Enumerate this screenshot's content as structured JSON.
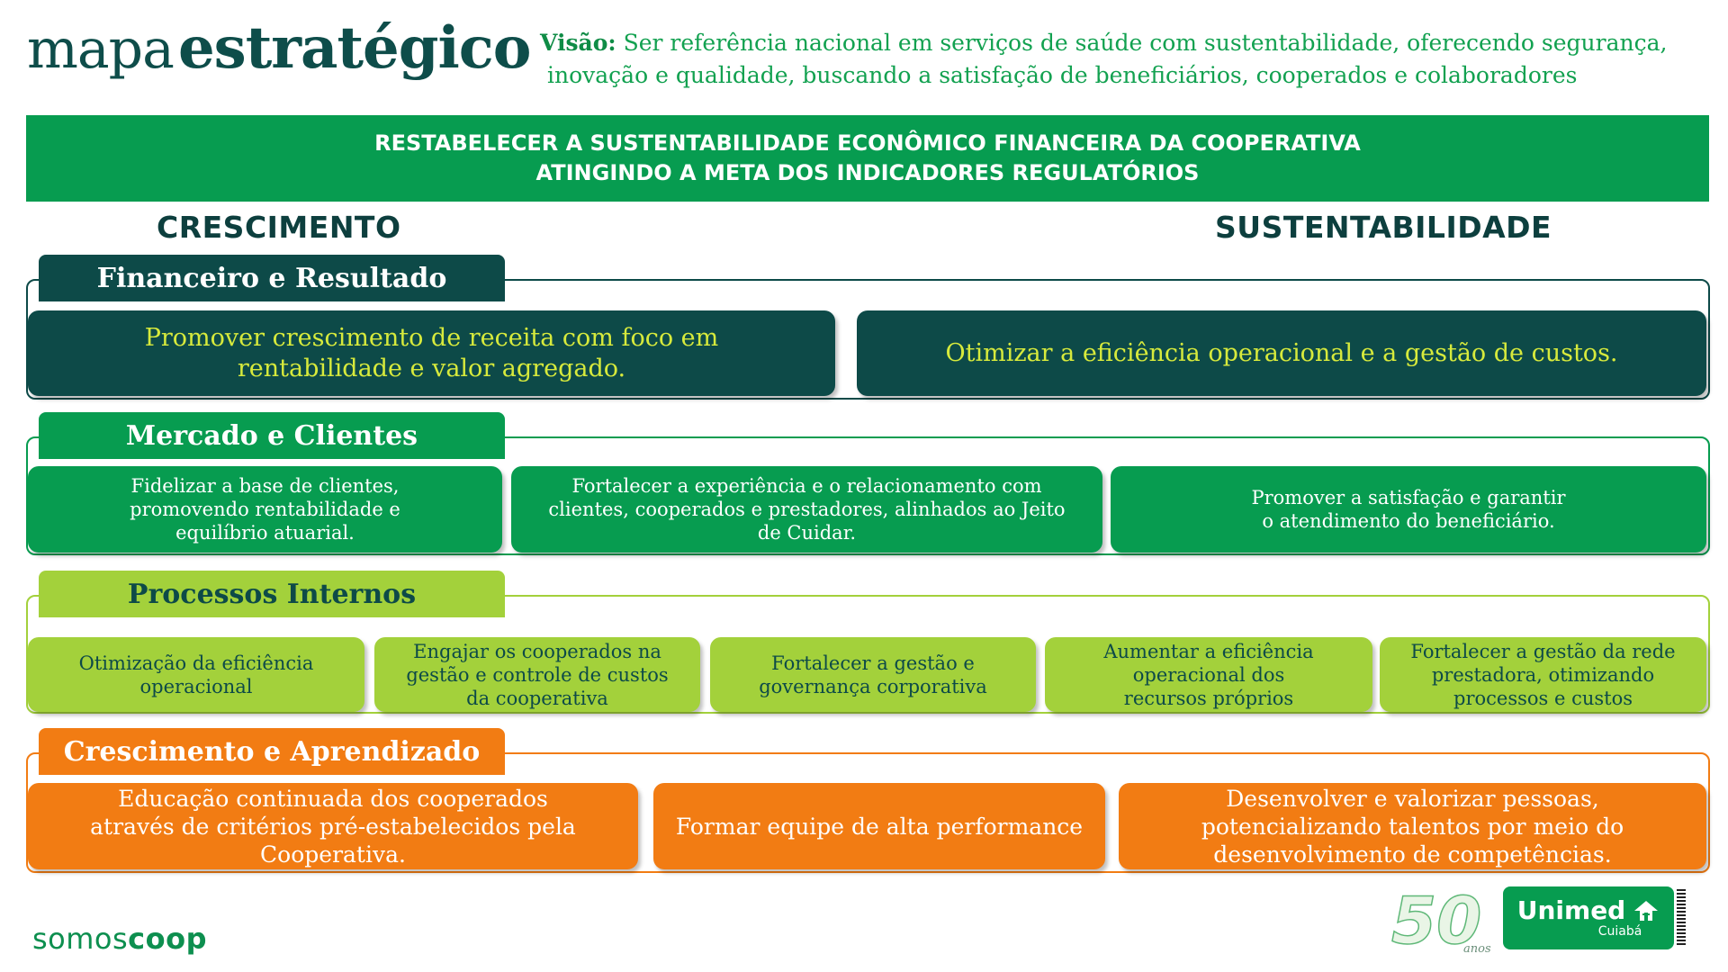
{
  "header": {
    "title_light": "mapa",
    "title_bold": "estratégico",
    "vision_label": "Visão:",
    "vision_line1": "Ser  referência nacional em serviços de saúde com sustentabilidade, oferecendo segurança,",
    "vision_line2": "inovação e qualidade, buscando a satisfação de beneficiários, cooperados e colaboradores"
  },
  "banner": {
    "line1": "RESTABELECER A SUSTENTABILIDADE ECONÔMICO FINANCEIRA DA COOPERATIVA",
    "line2": "ATINGINDO A META DOS INDICADORES REGULATÓRIOS"
  },
  "pillars": {
    "left": "CRESCIMENTO",
    "right": "SUSTENTABILIDADE"
  },
  "sections": {
    "financeiro": {
      "title": "Financeiro e Resultado",
      "color": "#0d4a48",
      "text_color": "#d7ea3c",
      "items": [
        "Promover crescimento de receita com foco em rentabilidade e valor agregado.",
        "Otimizar a eficiência operacional e a gestão de custos."
      ]
    },
    "mercado": {
      "title": "Mercado e Clientes",
      "color": "#079c50",
      "items": [
        "Fidelizar a base de clientes, promovendo rentabilidade e equilíbrio atuarial.",
        "Fortalecer a experiência e o relacionamento com clientes, cooperados e prestadores, alinhados ao Jeito de Cuidar.",
        "Promover a satisfação e garantir o atendimento do beneficiário."
      ]
    },
    "processos": {
      "title": "Processos Internos",
      "color": "#a3d13b",
      "items": [
        "Otimização da eficiência operacional",
        "Engajar os cooperados na gestão e controle de custos da cooperativa",
        "Fortalecer a gestão e governança corporativa",
        "Aumentar a eficiência operacional dos recursos próprios",
        "Fortalecer a gestão da rede prestadora, otimizando processos e custos"
      ]
    },
    "crescimento": {
      "title": "Crescimento e Aprendizado",
      "color": "#f27c13",
      "items": [
        "Educação continuada dos cooperados através de critérios pré-estabelecidos pela Cooperativa.",
        "Formar equipe de alta performance",
        "Desenvolver e valorizar pessoas, potencializando talentos por meio do desenvolvimento de competências."
      ]
    }
  },
  "footer": {
    "somos": "somos",
    "coop": "coop",
    "anniversary_number": "50",
    "anniversary_word": "anos",
    "brand_name": "Unimed",
    "brand_city": "Cuiabá"
  }
}
